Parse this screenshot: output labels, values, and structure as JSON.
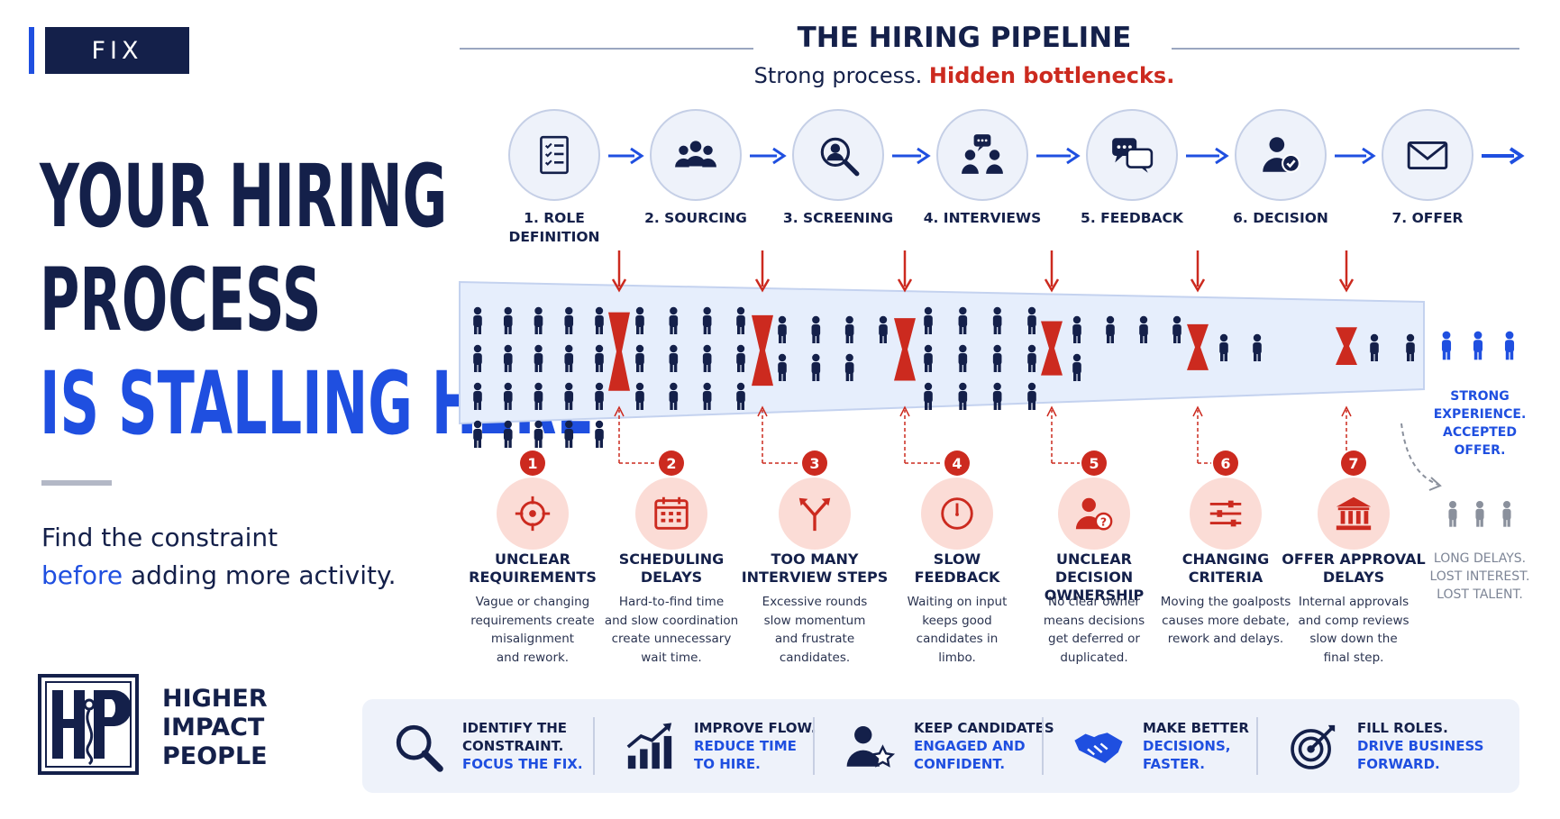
{
  "tag": "FIX",
  "headline": {
    "line1": "YOUR HIRING",
    "line2": "PROCESS",
    "line3": "IS STALLING HERE"
  },
  "tagline": {
    "line1": "Find the constraint",
    "highlight": "before",
    "line2_rest": " adding more activity."
  },
  "brand": {
    "logo_icon": "hip-logo",
    "line1": "HIGHER",
    "line2": "IMPACT",
    "line3": "PEOPLE"
  },
  "header": {
    "title": "THE HIRING PIPELINE",
    "subtitle_plain": "Strong process. ",
    "subtitle_red": "Hidden bottlenecks."
  },
  "stages": [
    {
      "label": "1. ROLE DEFINITION",
      "icon": "checklist-icon"
    },
    {
      "label": "2. SOURCING",
      "icon": "people-group-icon"
    },
    {
      "label": "3. SCREENING",
      "icon": "magnifier-person-icon"
    },
    {
      "label": "4. INTERVIEWS",
      "icon": "conversation-icon"
    },
    {
      "label": "5. FEEDBACK",
      "icon": "chat-bubbles-icon"
    },
    {
      "label": "6. DECISION",
      "icon": "user-check-icon"
    },
    {
      "label": "7. OFFER",
      "icon": "envelope-icon"
    }
  ],
  "funnel": {
    "people_counts": [
      20,
      12,
      7,
      12,
      5,
      2,
      2
    ]
  },
  "bottlenecks": [
    {
      "num": "1",
      "title": "UNCLEAR REQUIREMENTS",
      "icon": "target-icon",
      "desc": [
        "Vague or changing",
        "requirements create",
        "misalignment",
        "and rework."
      ]
    },
    {
      "num": "2",
      "title": "SCHEDULING DELAYS",
      "icon": "calendar-icon",
      "desc": [
        "Hard-to-find time",
        "and slow coordination",
        "create unnecessary",
        "wait time."
      ]
    },
    {
      "num": "3",
      "title": "TOO MANY INTERVIEW STEPS",
      "icon": "branching-arrows-icon",
      "desc": [
        "Excessive rounds",
        "slow momentum",
        "and frustrate",
        "candidates."
      ]
    },
    {
      "num": "4",
      "title": "SLOW FEEDBACK",
      "icon": "clock-icon",
      "desc": [
        "Waiting on input",
        "keeps good",
        "candidates in",
        "limbo."
      ]
    },
    {
      "num": "5",
      "title": "UNCLEAR DECISION OWNERSHIP",
      "icon": "user-question-icon",
      "desc": [
        "No clear owner",
        "means decisions",
        "get deferred or",
        "duplicated."
      ]
    },
    {
      "num": "6",
      "title": "CHANGING CRITERIA",
      "icon": "sliders-icon",
      "desc": [
        "Moving the goalposts",
        "causes more debate,",
        "rework and delays."
      ]
    },
    {
      "num": "7",
      "title": "OFFER APPROVAL DELAYS",
      "icon": "bank-icon",
      "desc": [
        "Internal approvals",
        "and comp reviews",
        "slow down the",
        "final step."
      ]
    }
  ],
  "outcomes": {
    "strong": [
      "STRONG",
      "EXPERIENCE.",
      "ACCEPTED OFFER."
    ],
    "lost": [
      "LONG DELAYS.",
      "LOST INTEREST.",
      "LOST TALENT."
    ]
  },
  "benefits": [
    {
      "icon": "magnifier-icon",
      "line1": "IDENTIFY THE",
      "line2": "CONSTRAINT.",
      "line3": "FOCUS THE FIX."
    },
    {
      "icon": "growth-chart-icon",
      "line1": "IMPROVE FLOW.",
      "line2": "REDUCE TIME",
      "line3": "TO HIRE."
    },
    {
      "icon": "user-star-icon",
      "line1": "KEEP CANDIDATES",
      "line2": "ENGAGED AND",
      "line3": "CONFIDENT."
    },
    {
      "icon": "handshake-icon",
      "line1": "MAKE BETTER",
      "line2": "DECISIONS,",
      "line3": "FASTER."
    },
    {
      "icon": "bullseye-icon",
      "line1": "FILL ROLES.",
      "line2": "DRIVE BUSINESS",
      "line3": "FORWARD."
    }
  ],
  "colors": {
    "navy": "#14204a",
    "blue": "#1f4fe0",
    "red": "#cc2a1f",
    "pink": "#fbdcd6",
    "light": "#eef2fa",
    "gray": "#7d8596"
  }
}
